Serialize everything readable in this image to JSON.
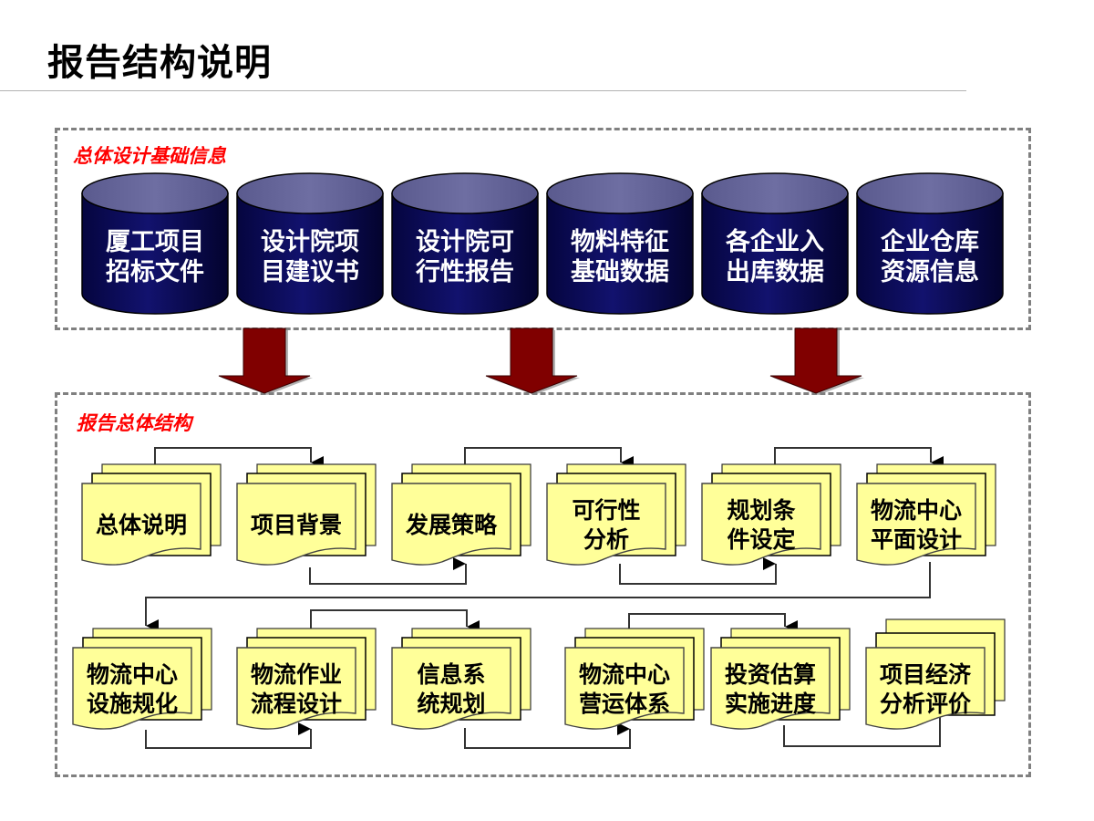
{
  "header": {
    "title": "报告结构说明"
  },
  "colors": {
    "group_label": "#ff0000",
    "dashed_border": "#808080",
    "cylinder_body": "#0a0a5a",
    "cylinder_top": "#666699",
    "cylinder_text": "#ffffff",
    "arrow": "#800000",
    "document_fill": "#ffff99",
    "document_text": "#000000",
    "connector": "#333333"
  },
  "design_basis": {
    "label": "总体设计基础信息",
    "sources": [
      {
        "line1": "厦工项目",
        "line2": "招标文件"
      },
      {
        "line1": "设计院项",
        "line2": "目建议书"
      },
      {
        "line1": "设计院可",
        "line2": "行性报告"
      },
      {
        "line1": "物料特征",
        "line2": "基础数据"
      },
      {
        "line1": "各企业入",
        "line2": "出库数据"
      },
      {
        "line1": "企业仓库",
        "line2": "资源信息"
      }
    ]
  },
  "flow_arrows": {
    "count": 3,
    "direction": "down"
  },
  "report_structure": {
    "label": "报告总体结构",
    "row1": [
      {
        "lines": [
          "总体说明"
        ]
      },
      {
        "lines": [
          "项目背景"
        ]
      },
      {
        "lines": [
          "发展策略"
        ]
      },
      {
        "lines": [
          "可行性",
          "分析"
        ]
      },
      {
        "lines": [
          "规划条",
          "件设定"
        ]
      },
      {
        "lines": [
          "物流中心",
          "平面设计"
        ]
      }
    ],
    "row2": [
      {
        "lines": [
          "物流中心",
          "设施规化"
        ]
      },
      {
        "lines": [
          "物流作业",
          "流程设计"
        ]
      },
      {
        "lines": [
          "信息系",
          "统规划"
        ]
      },
      {
        "lines": [
          "物流中心",
          "营运体系"
        ]
      },
      {
        "lines": [
          "投资估算",
          "实施进度"
        ]
      },
      {
        "lines": [
          "项目经济",
          "分析评价"
        ]
      }
    ],
    "sequence": [
      "总体说明",
      "项目背景",
      "发展策略",
      "可行性分析",
      "规划条件设定",
      "物流中心平面设计",
      "物流中心设施规化",
      "物流作业流程设计",
      "信息系统规划",
      "物流中心营运体系",
      "投资估算实施进度",
      "项目经济分析评价"
    ]
  }
}
